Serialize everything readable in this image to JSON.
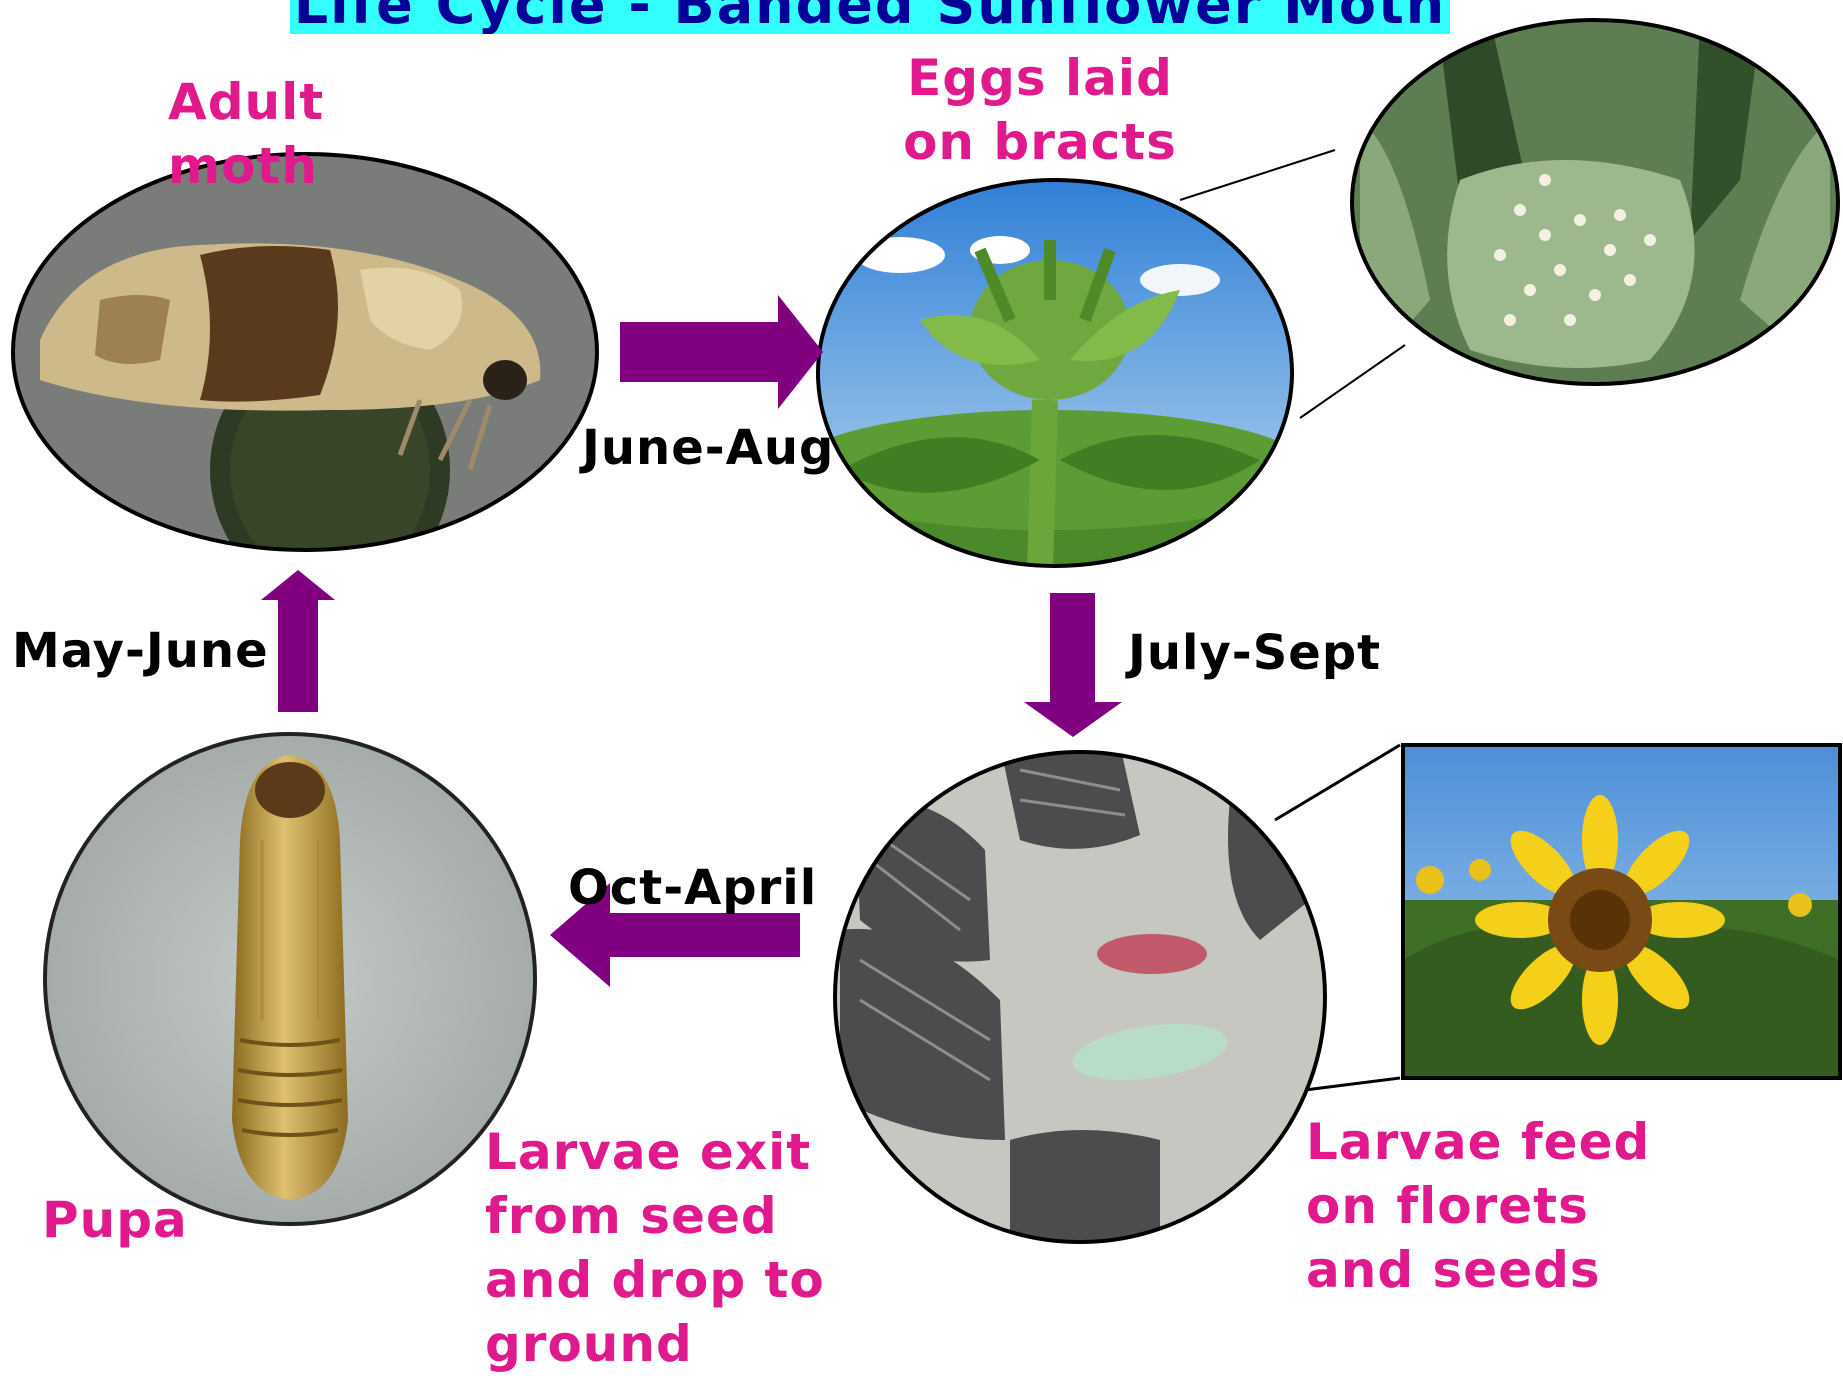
{
  "title": "Life Cycle - Banded Sunflower Moth",
  "stages": {
    "adult": {
      "label": "Adult moth"
    },
    "eggs": {
      "label": "Eggs laid on bracts"
    },
    "larvae_feed": {
      "label": "Larvae feed on florets and seeds"
    },
    "larvae_exit": {
      "label": "Larvae exit from seed and drop to ground"
    },
    "pupa": {
      "label": "Pupa"
    }
  },
  "transitions": {
    "adult_to_eggs": "June-Aug",
    "eggs_to_larvae": "July-Sept",
    "larvae_to_pupa": "Oct-April",
    "pupa_to_adult": "May-June"
  },
  "colors": {
    "arrow": "#800080",
    "stage_text": "#e01a8c",
    "title_bg": "#33ffff",
    "title_text": "#000099"
  }
}
